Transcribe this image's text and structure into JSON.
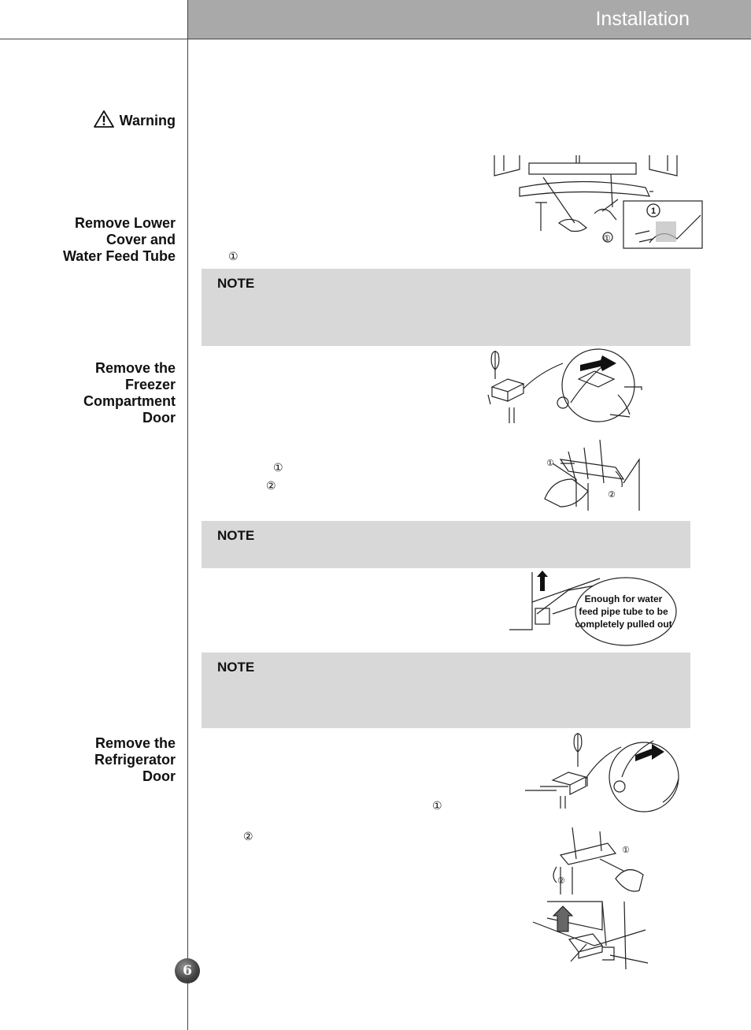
{
  "header": {
    "title": "Installation"
  },
  "sections": {
    "warning": "Warning",
    "remove_lower_cover": [
      "Remove Lower",
      "Cover and",
      "Water Feed Tube"
    ],
    "remove_freezer_door": [
      "Remove the",
      "Freezer",
      "Compartment",
      "Door"
    ],
    "remove_refrigerator_door": [
      "Remove the",
      "Refrigerator",
      "Door"
    ]
  },
  "notes": [
    "NOTE",
    "NOTE",
    "NOTE"
  ],
  "markers": {
    "one": "①",
    "two": "②",
    "fig_one": "1"
  },
  "callout": {
    "line1": "Enough for water",
    "line2": "feed pipe tube to be",
    "line3": "completely pulled out"
  },
  "page_number": "6"
}
